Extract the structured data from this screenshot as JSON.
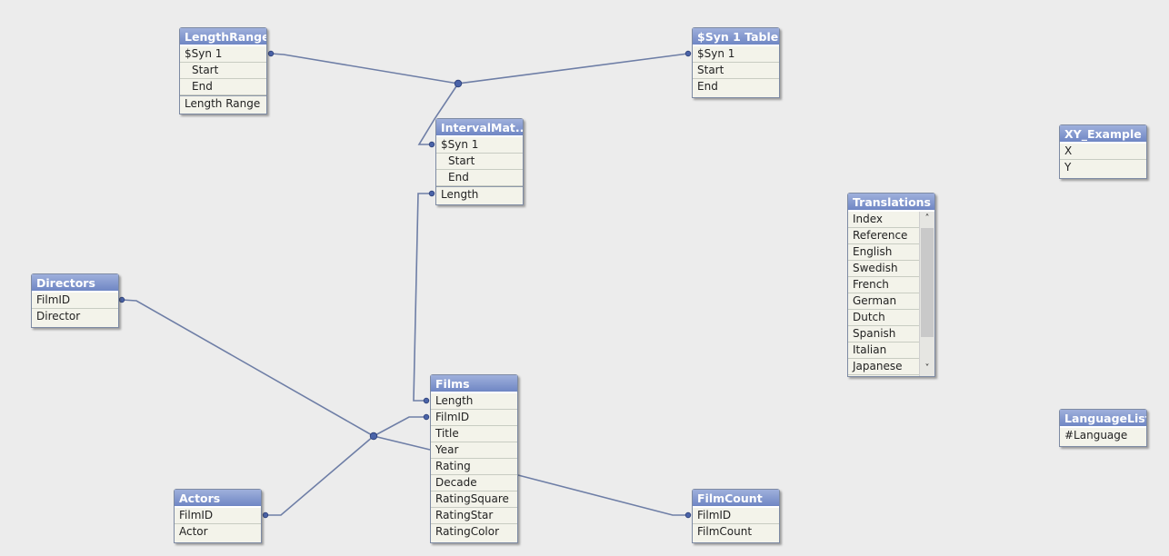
{
  "tables": {
    "lengthrange": {
      "title": "LengthRange",
      "fields": [
        "$Syn 1",
        "Start",
        "End",
        "Length Range"
      ]
    },
    "syn1table": {
      "title": "$Syn 1 Table",
      "fields": [
        "$Syn 1",
        "Start",
        "End"
      ]
    },
    "intervalmatch": {
      "title": "IntervalMat...",
      "fields": [
        "$Syn 1",
        "Start",
        "End",
        "Length"
      ]
    },
    "xyexample": {
      "title": "XY_Example",
      "fields": [
        "X",
        "Y"
      ]
    },
    "translations": {
      "title": "Translations",
      "fields": [
        "Index",
        "Reference",
        "English",
        "Swedish",
        "French",
        "German",
        "Dutch",
        "Spanish",
        "Italian",
        "Japanese"
      ]
    },
    "directors": {
      "title": "Directors",
      "fields": [
        "FilmID",
        "Director"
      ]
    },
    "films": {
      "title": "Films",
      "fields": [
        "Length",
        "FilmID",
        "Title",
        "Year",
        "Rating",
        "Decade",
        "RatingSquare",
        "RatingStar",
        "RatingColor"
      ]
    },
    "languagelist": {
      "title": "LanguageList",
      "fields": [
        "#Language"
      ]
    },
    "actors": {
      "title": "Actors",
      "fields": [
        "FilmID",
        "Actor"
      ]
    },
    "filmcount": {
      "title": "FilmCount",
      "fields": [
        "FilmID",
        "FilmCount"
      ]
    }
  },
  "scroll": {
    "up_icon": "chevron-up-icon",
    "down_icon": "chevron-down-icon"
  },
  "colors": {
    "link": "#6e7ea6",
    "header_top": "#9fb0dc",
    "header_bottom": "#6f86c4",
    "body": "#f3f3ea"
  }
}
